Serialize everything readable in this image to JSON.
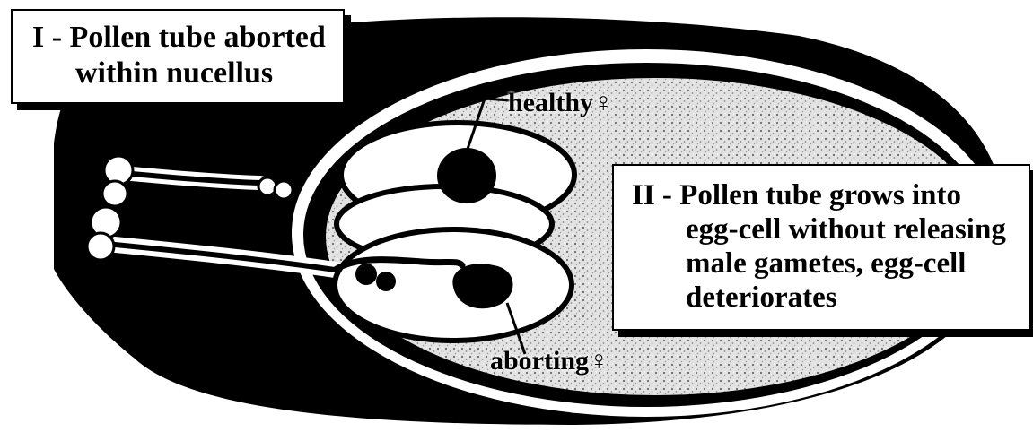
{
  "labels": {
    "case_one": {
      "line1": "I - Pollen tube aborted",
      "line2": "within nucellus"
    },
    "case_two": {
      "line1": "II - Pollen tube grows into",
      "line2": "egg-cell without releasing",
      "line3": "male gametes, egg-cell",
      "line4": "deteriorates"
    },
    "healthy": "healthy♀",
    "aborting": "aborting♀"
  },
  "colors": {
    "ink": "#000000",
    "paper": "#ffffff",
    "stipple": "#bfbfbf"
  }
}
